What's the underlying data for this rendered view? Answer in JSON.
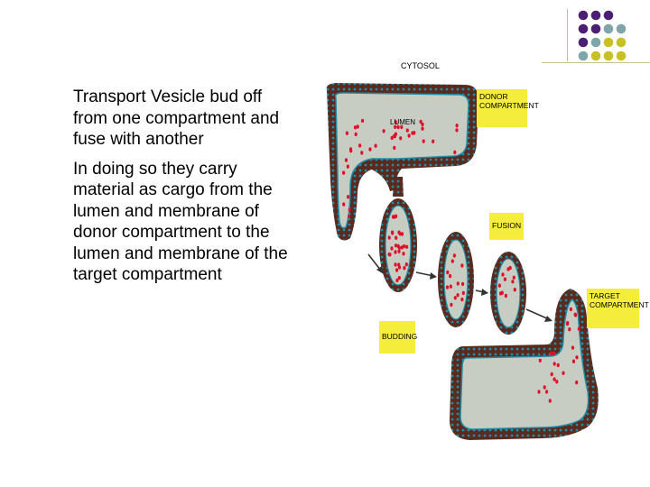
{
  "slide": {
    "paragraph_1": "Transport Vesicle bud off from one compartment and fuse with another",
    "paragraph_2": "In doing so they carry material as cargo from the lumen and membrane of donor compartment to the lumen and membrane of the target compartment"
  },
  "diagram": {
    "labels": {
      "cytosol": "CYTOSOL",
      "lumen": "LUMEN",
      "donor": "DONOR\nCOMPARTMENT",
      "fusion": "FUSION",
      "target": "TARGET\nCOMPARTMENT",
      "budding": "BUDDING"
    },
    "colors": {
      "membrane_outer": "#5a2a1e",
      "membrane_inner": "#1f8fa8",
      "lumen": "#c8cdc4",
      "cargo": "#e0102a",
      "label_bg": "#f4ed3c"
    }
  },
  "decor": {
    "dot_colors": {
      "purple": "#4b1f73",
      "teal": "#7fa5ab",
      "olive": "#c9c124"
    }
  }
}
